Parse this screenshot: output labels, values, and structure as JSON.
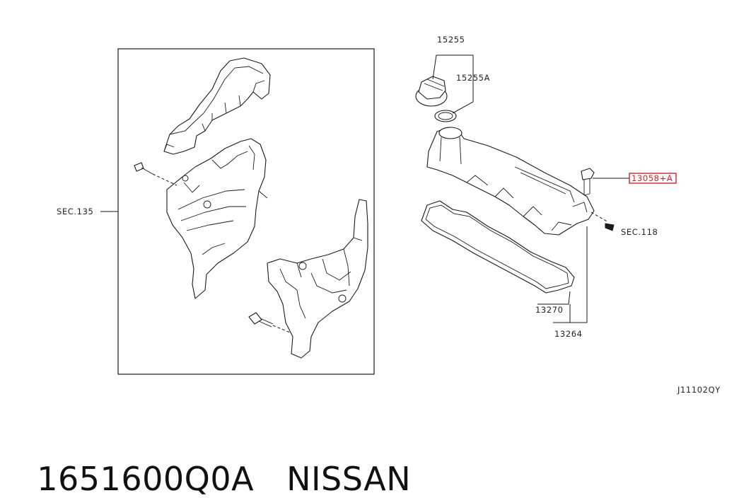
{
  "labels": {
    "sec135": "SEC.135",
    "p15255": "15255",
    "p15255a": "15255A",
    "p13058a": "13058+A",
    "sec118": "SEC.118",
    "p13270": "13270",
    "p13264": "13264",
    "drawing_code": "J11102QY"
  },
  "highlight_color": "#e02020",
  "caption": {
    "part_number": "1651600Q0A",
    "brand": "NISSAN"
  }
}
